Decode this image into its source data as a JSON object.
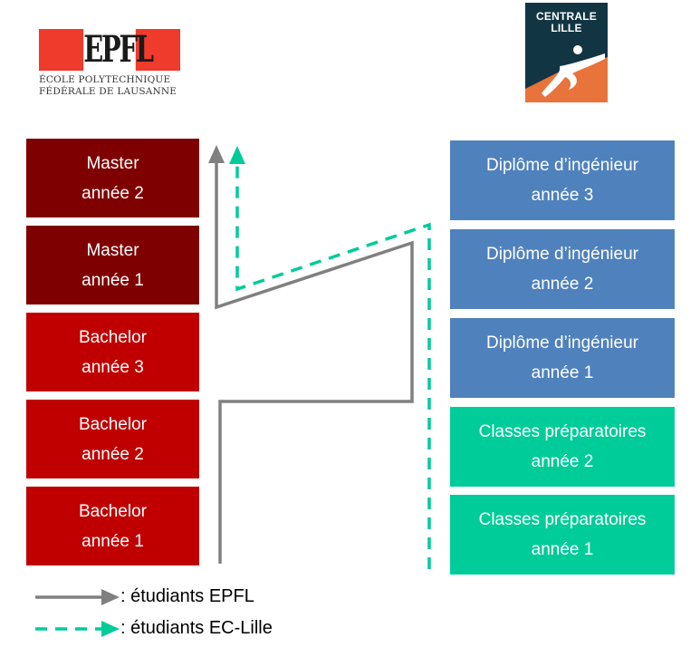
{
  "logos": {
    "epfl": {
      "wordmark": "EPFL",
      "line1": "ÉCOLE POLYTECHNIQUE",
      "line2": "FÉDÉRALE DE LAUSANNE"
    },
    "centrale_lille": {
      "line1": "CENTRALE",
      "line2": "LILLE"
    }
  },
  "colors": {
    "master": "#7f0000",
    "bachelor": "#c00000",
    "diplome": "#4f81bd",
    "prepa": "#00cc99",
    "epfl_path": "#808080",
    "eclille_path": "#00cc99",
    "epfl_red": "#ee3b2b",
    "centrale_navy": "#123544",
    "centrale_orange": "#e8743b"
  },
  "epfl_track": [
    {
      "title": "Master",
      "year": "année 2",
      "kind": "master"
    },
    {
      "title": "Master",
      "year": "année 1",
      "kind": "master"
    },
    {
      "title": "Bachelor",
      "year": "année 3",
      "kind": "bachelor"
    },
    {
      "title": "Bachelor",
      "year": "année 2",
      "kind": "bachelor"
    },
    {
      "title": "Bachelor",
      "year": "année 1",
      "kind": "bachelor"
    }
  ],
  "centrale_track": [
    {
      "title": "Diplôme d’ingénieur",
      "year": "année 3",
      "kind": "diplome"
    },
    {
      "title": "Diplôme d’ingénieur",
      "year": "année 2",
      "kind": "diplome"
    },
    {
      "title": "Diplôme d’ingénieur",
      "year": "année 1",
      "kind": "diplome"
    },
    {
      "title": "Classes préparatoires",
      "year": "année 2",
      "kind": "prepa"
    },
    {
      "title": "Classes préparatoires",
      "year": "année 1",
      "kind": "prepa"
    }
  ],
  "legend": [
    {
      "label": ": étudiants EPFL",
      "style": "solid"
    },
    {
      "label": ": étudiants EC-Lille",
      "style": "dashed"
    }
  ]
}
